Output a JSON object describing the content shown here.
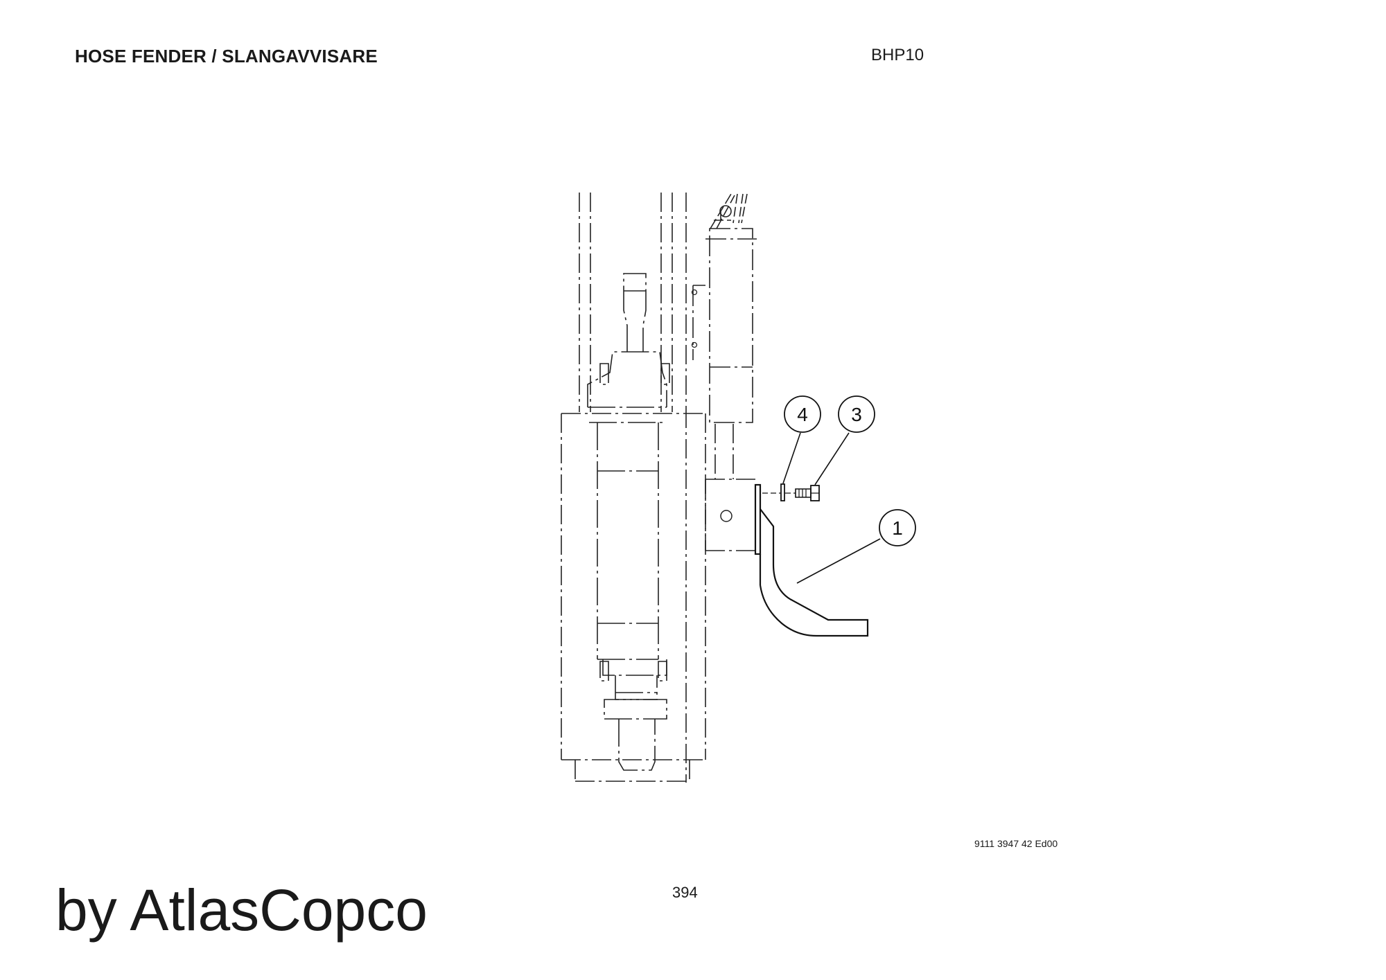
{
  "header": {
    "title": "HOSE FENDER / SLANGAVVISARE",
    "model": "BHP10"
  },
  "drawing": {
    "callouts": [
      {
        "id": "part-4",
        "label": "4"
      },
      {
        "id": "part-3",
        "label": "3"
      },
      {
        "id": "part-1",
        "label": "1"
      }
    ]
  },
  "footer": {
    "doc_number": "9111 3947 42 Ed00",
    "page_number": "394",
    "publisher": "by AtlasCopco"
  }
}
